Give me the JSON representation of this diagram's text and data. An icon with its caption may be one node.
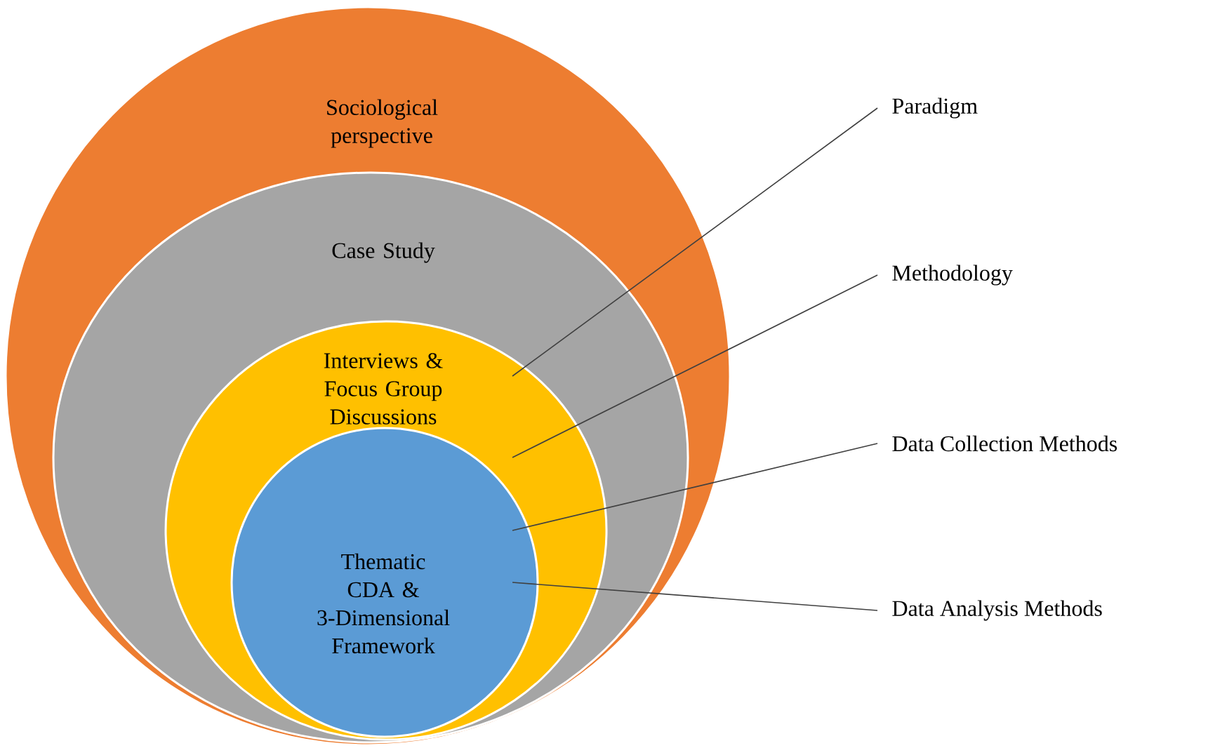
{
  "diagram": {
    "nodes": [
      {
        "text": [
          "Sociological perspective"
        ]
      },
      {
        "text": [
          "Case Study"
        ],
        "in": 0
      },
      {
        "text": [
          "Interviews & Focus Group Discussions"
        ],
        "in": 1
      },
      {
        "text": [
          "Thematic CDA & 3-Dimensional Framework"
        ],
        "in": 2
      },
      {
        "text": [
          "Paradigm"
        ]
      },
      {
        "text": [
          "Methodology"
        ]
      },
      {
        "text": [
          "Data Collection Methods"
        ]
      },
      {
        "text": [
          "Data Analysis Methods"
        ]
      }
    ],
    "edges": [
      {
        "from": 4,
        "to": 0,
        "arrow": "none"
      },
      {
        "from": 5,
        "to": 1,
        "arrow": "none"
      },
      {
        "from": 6,
        "to": 2,
        "arrow": "none"
      },
      {
        "from": 7,
        "to": 3,
        "arrow": "none"
      }
    ]
  }
}
